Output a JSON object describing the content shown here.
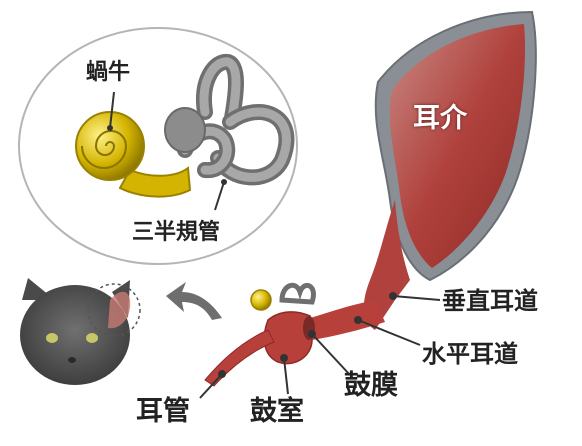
{
  "labels": {
    "cochlea": "蝸牛",
    "semicircular_canals": "三半規管",
    "pinna": "耳介",
    "vertical_canal": "垂直耳道",
    "horizontal_canal": "水平耳道",
    "eardrum": "鼓膜",
    "tympanic_cavity": "鼓室",
    "eustachian_tube": "耳管"
  },
  "colors": {
    "text": "#222222",
    "pinna_text": "#ffffff",
    "ear_flesh": "#b8403a",
    "pinna_inner": "#d98a80",
    "pinna_rim": "#8a8f96",
    "cochlea": "#d4b400",
    "canals": "#8c8c8c",
    "cat": "#555555",
    "arrow": "#6e6e6e"
  },
  "icons": {
    "arrow": "curved-arrow-up-left",
    "cat": "cat-head-photo"
  }
}
